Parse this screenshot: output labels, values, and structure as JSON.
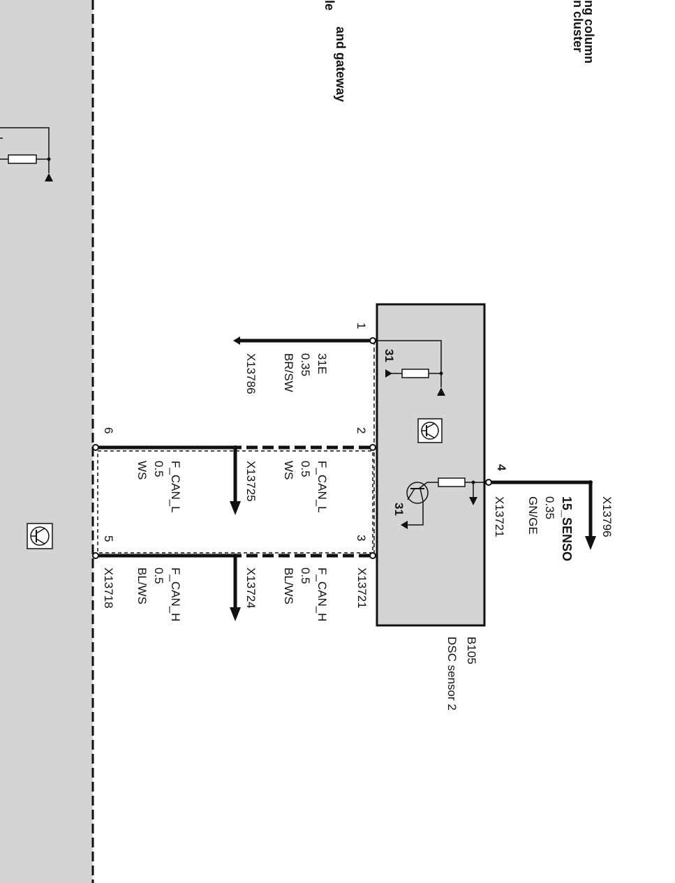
{
  "colors": {
    "background": "#ffffff",
    "module_fill": "#d4d4d4",
    "line": "#111111"
  },
  "header": {
    "steering_column": "ng column",
    "instrument_cluster": "n cluster",
    "gateway": "and gateway",
    "module": "le"
  },
  "component": {
    "id": "B105",
    "name": "DSC sensor 2",
    "ground_label": "31",
    "transistor_ground_label": "31",
    "icon": "sensor-transistor-icon"
  },
  "connectors": {
    "x13786": "X13786",
    "x13725": "X13725",
    "x13724": "X13724",
    "x13721_left": "X13721",
    "x13721_right": "X13721",
    "x13718": "X13718",
    "x13796": "X13796"
  },
  "wires": {
    "ground": {
      "signal": "31E",
      "gauge": "0.35",
      "color": "BR/SW"
    },
    "can_l_a": {
      "signal": "F_CAN_L",
      "gauge": "0.5",
      "color": "WS"
    },
    "can_l_b": {
      "signal": "F_CAN_L",
      "gauge": "0.5",
      "color": "WS"
    },
    "can_h_a": {
      "signal": "F_CAN_H",
      "gauge": "0.5",
      "color": "BL/WS"
    },
    "can_h_b": {
      "signal": "F_CAN_H",
      "gauge": "0.5",
      "color": "BL/WS"
    },
    "power": {
      "signal": "15_SENSO",
      "gauge": "0.35",
      "color": "GN/GE"
    }
  },
  "pins": {
    "p1": "1",
    "p2": "2",
    "p3": "3",
    "p4": "4",
    "p5": "5",
    "p6": "6"
  }
}
